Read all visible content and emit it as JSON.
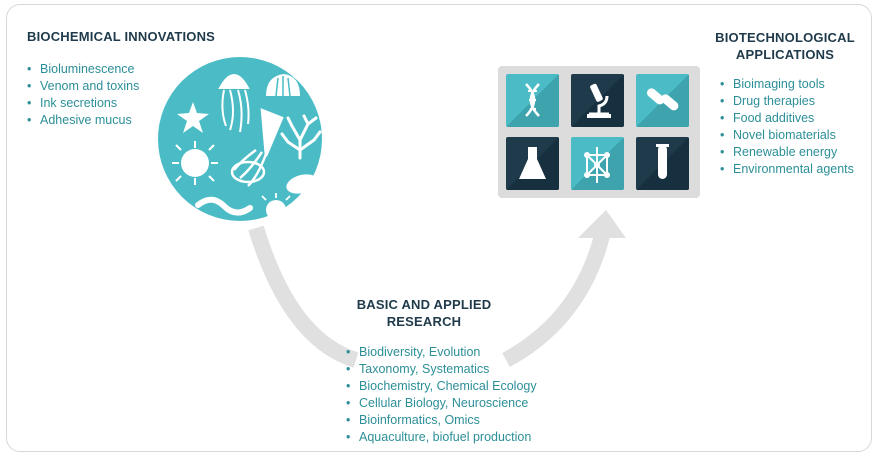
{
  "biochemical": {
    "title": "BIOCHEMICAL INNOVATIONS",
    "items": [
      "Bioluminescence",
      "Venom and toxins",
      "Ink secretions",
      "Adhesive mucus"
    ]
  },
  "biotech": {
    "title_line1": "BIOTECHNOLOGICAL",
    "title_line2": "APPLICATIONS",
    "items": [
      "Bioimaging tools",
      "Drug therapies",
      "Food additives",
      "Novel biomaterials",
      "Renewable energy",
      "Environmental agents"
    ]
  },
  "research": {
    "title_line1": "BASIC AND APPLIED",
    "title_line2": "RESEARCH",
    "items": [
      "Biodiversity, Evolution",
      "Taxonomy, Systematics",
      "Biochemistry, Chemical Ecology",
      "Cellular Biology, Neuroscience",
      "Bioinformatics, Omics",
      "Aquaculture, biofuel production"
    ]
  },
  "icons": {
    "organisms": [
      "starfish-icon",
      "jellyfish-icon",
      "shell-icon",
      "sea-urchin-icon",
      "squid-icon",
      "coral-icon",
      "cone-snail-icon",
      "worm-icon",
      "sponge-icon"
    ],
    "tiles": [
      "dna-icon",
      "microscope-icon",
      "pills-icon",
      "flask-icon",
      "molecule-icon",
      "test-tube-icon"
    ]
  },
  "colors": {
    "accent": "#4bbcc6",
    "dark_tile": "#1f3a4a",
    "text_dark": "#1f3a4a",
    "list_text": "#2c8f98",
    "arrow": "#e0e0e0",
    "panel": "#dcdcdc"
  }
}
